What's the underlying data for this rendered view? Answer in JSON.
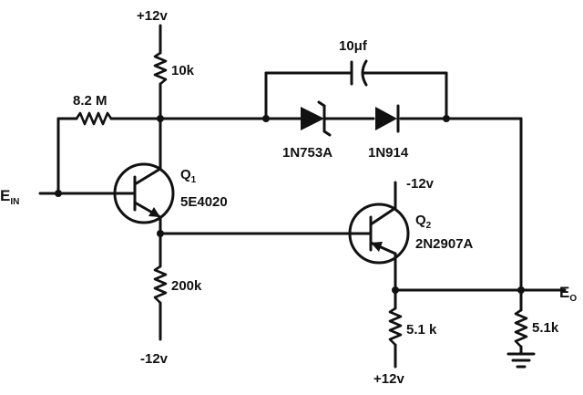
{
  "supplies": {
    "top_q1": "+12v",
    "bottom_q1": "-12v",
    "top_q2": "-12v",
    "bottom_q2": "+12v"
  },
  "components": {
    "r_collector": "10k",
    "r_feedback": "8.2 M",
    "capacitor": "10μf",
    "zener": "1N753A",
    "diode": "1N914",
    "r_emitter_q1": "200k",
    "r_emitter_q2": "5.1 k",
    "r_load": "5.1k"
  },
  "transistors": {
    "q1": {
      "name": "Q",
      "subscript": "1",
      "part": "5E4020"
    },
    "q2": {
      "name": "Q",
      "subscript": "2",
      "part": "2N2907A"
    }
  },
  "ports": {
    "input": {
      "name": "E",
      "subscript": "IN"
    },
    "output": {
      "name": "E",
      "subscript": "O"
    }
  }
}
